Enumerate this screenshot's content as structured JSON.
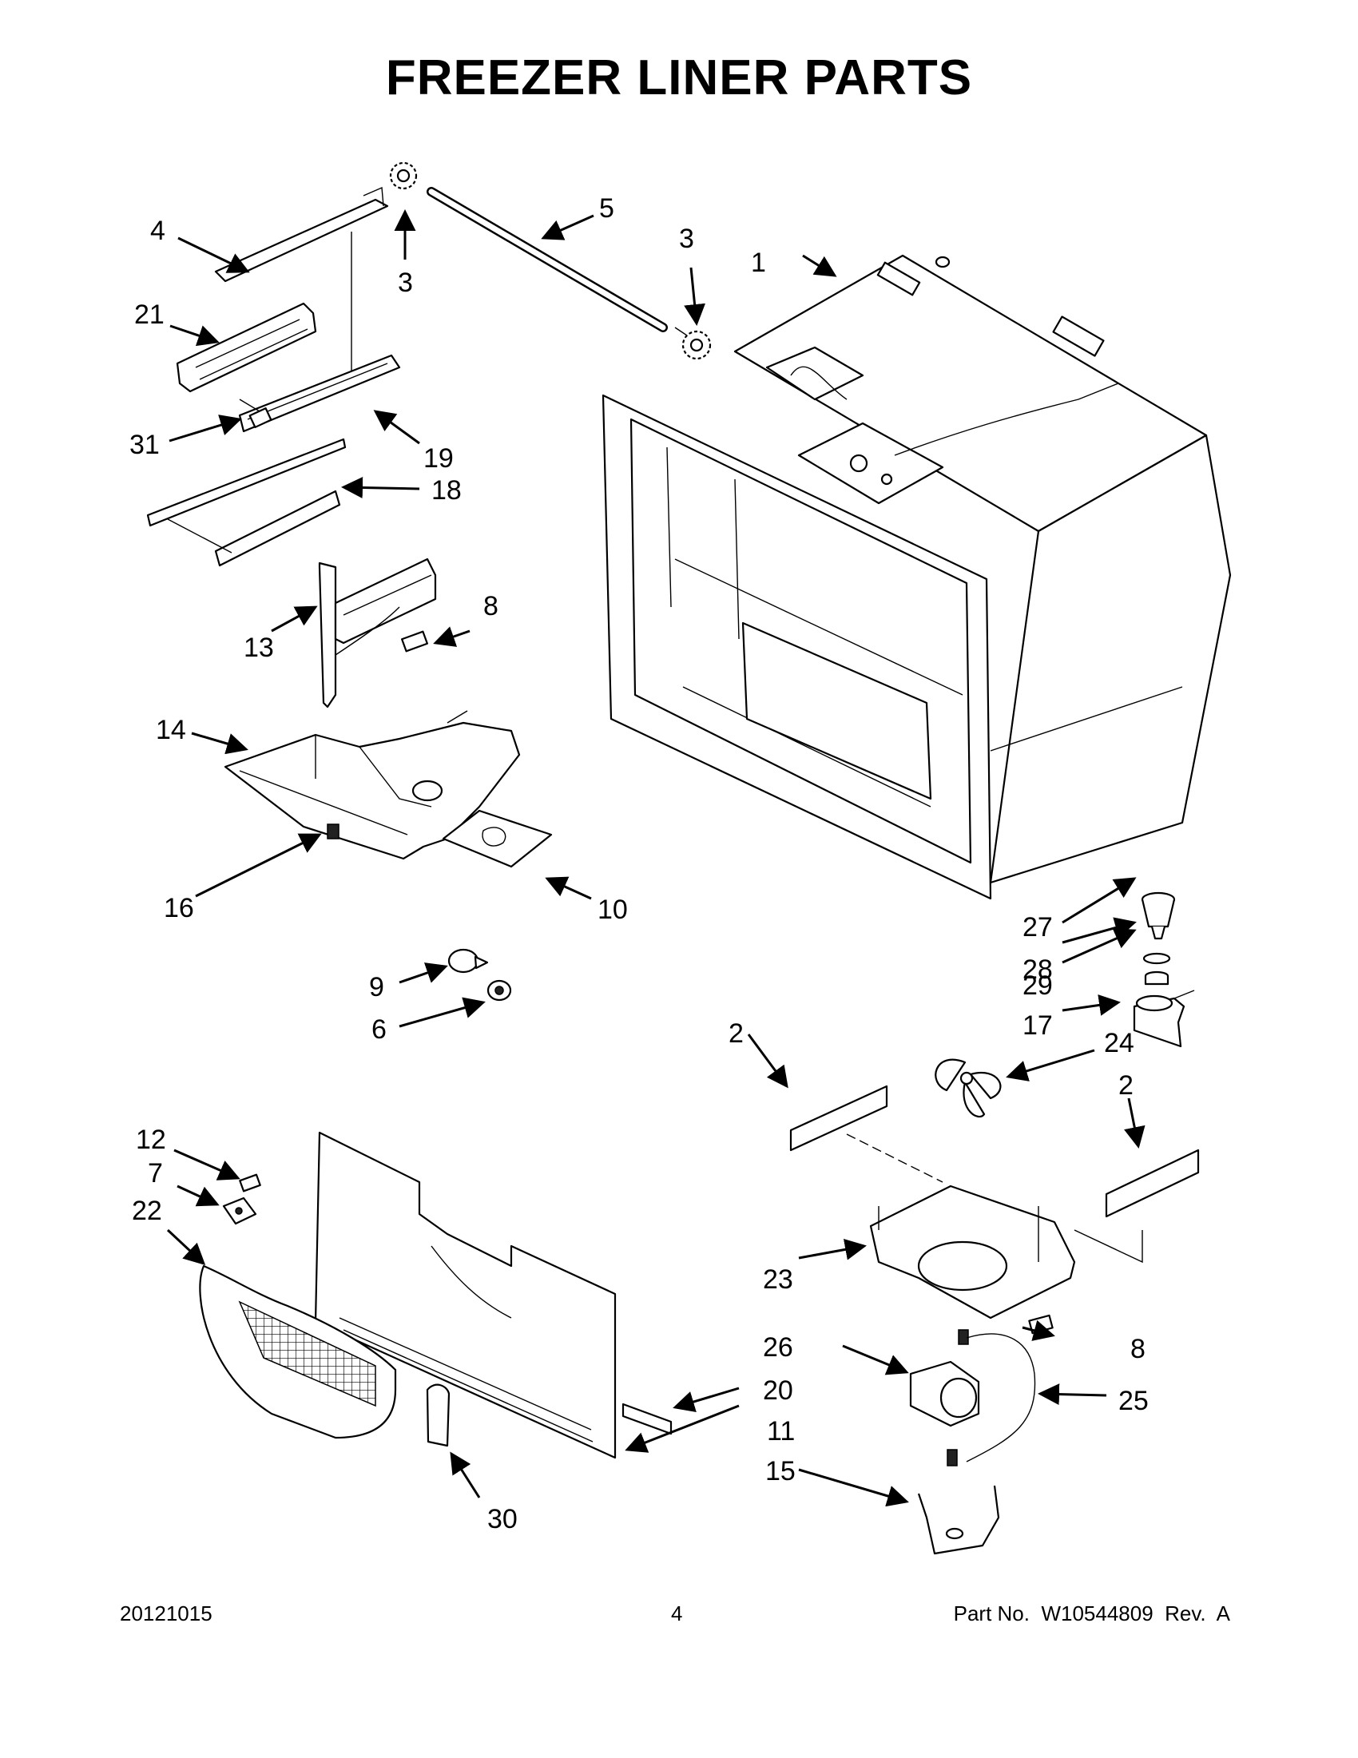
{
  "title": "FREEZER LINER PARTS",
  "callouts": {
    "c1": "1",
    "c2a": "2",
    "c2b": "2",
    "c3a": "3",
    "c3b": "3",
    "c4": "4",
    "c5": "5",
    "c6": "6",
    "c7": "7",
    "c8a": "8",
    "c8b": "8",
    "c9": "9",
    "c10": "10",
    "c11": "11",
    "c12": "12",
    "c13": "13",
    "c14": "14",
    "c15": "15",
    "c16": "16",
    "c17": "17",
    "c18": "18",
    "c19": "19",
    "c20": "20",
    "c21": "21",
    "c22": "22",
    "c23": "23",
    "c24": "24",
    "c25": "25",
    "c26": "26",
    "c27": "27",
    "c28": "28",
    "c29": "29",
    "c30": "30",
    "c31": "31"
  },
  "footer": {
    "date": "20121015",
    "page": "4",
    "part_number": "Part No.  W10544809  Rev.  A"
  }
}
